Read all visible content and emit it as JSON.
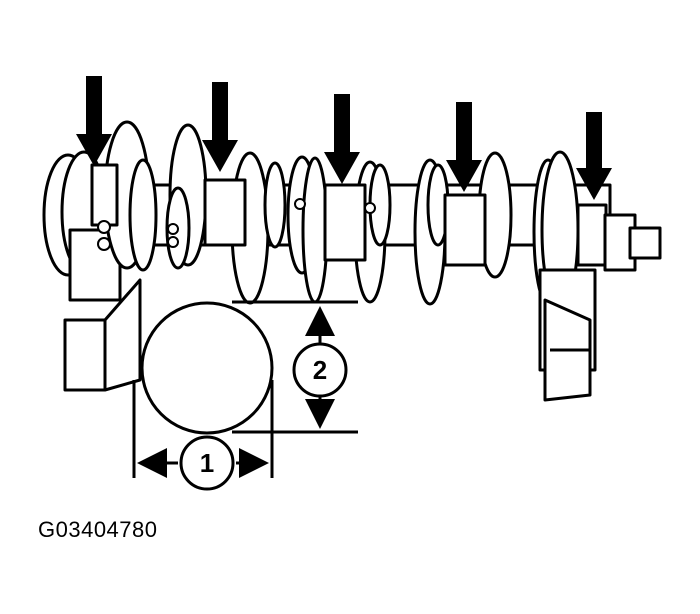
{
  "figure": {
    "code": "G03404780",
    "callouts": [
      "1",
      "2"
    ],
    "arrow_count": 5
  },
  "colors": {
    "ink": "#000000",
    "background": "#ffffff"
  }
}
